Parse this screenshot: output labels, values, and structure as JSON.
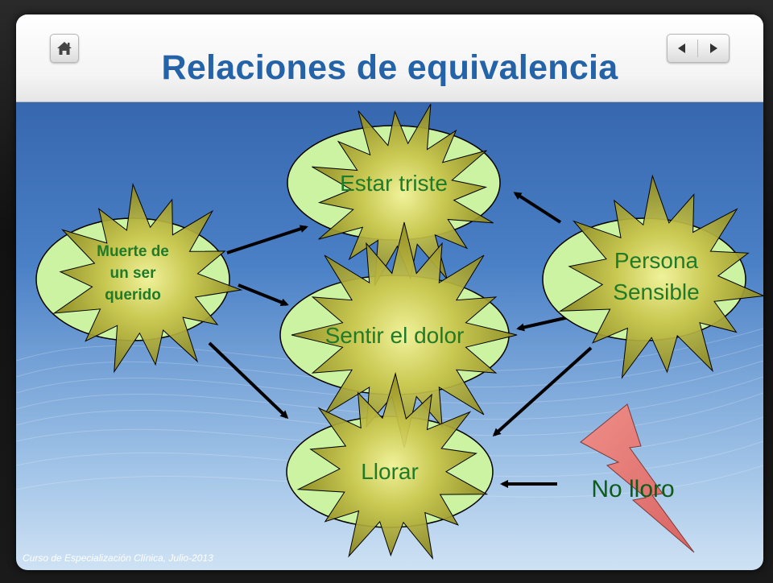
{
  "slide": {
    "title": "Relaciones de equivalencia",
    "footer": "Curso de Especialización Clínica, Julio-2013"
  },
  "diagram": {
    "nodes": [
      {
        "id": "muerte",
        "lines": [
          "Muerte de",
          "un ser",
          "querido"
        ]
      },
      {
        "id": "estar-triste",
        "lines": [
          "Estar triste"
        ]
      },
      {
        "id": "sentir-dolor",
        "lines": [
          "Sentir el dolor"
        ]
      },
      {
        "id": "llorar",
        "lines": [
          "Llorar"
        ]
      },
      {
        "id": "persona-sensible",
        "lines": [
          "Persona",
          "Sensible"
        ]
      }
    ],
    "free_text": "No lloro",
    "edges": [
      {
        "from": "muerte",
        "to": "estar-triste"
      },
      {
        "from": "muerte",
        "to": "sentir-dolor"
      },
      {
        "from": "muerte",
        "to": "llorar"
      },
      {
        "from": "persona-sensible",
        "to": "estar-triste"
      },
      {
        "from": "persona-sensible",
        "to": "sentir-dolor"
      },
      {
        "from": "persona-sensible",
        "to": "llorar"
      },
      {
        "from": "no-lloro",
        "to": "llorar"
      }
    ]
  },
  "icons": {
    "home": "home-icon",
    "prev": "triangle-left-icon",
    "next": "triangle-right-icon",
    "lightning": "lightning-bolt-icon",
    "explosion": "explosion-star-icon"
  },
  "colors": {
    "title": "#2563a8",
    "node_fill": "#ccf3a2",
    "node_text": "#1f7a2a",
    "star_fill": "#b5b23a",
    "bolt_fill": "#e47d7a"
  }
}
